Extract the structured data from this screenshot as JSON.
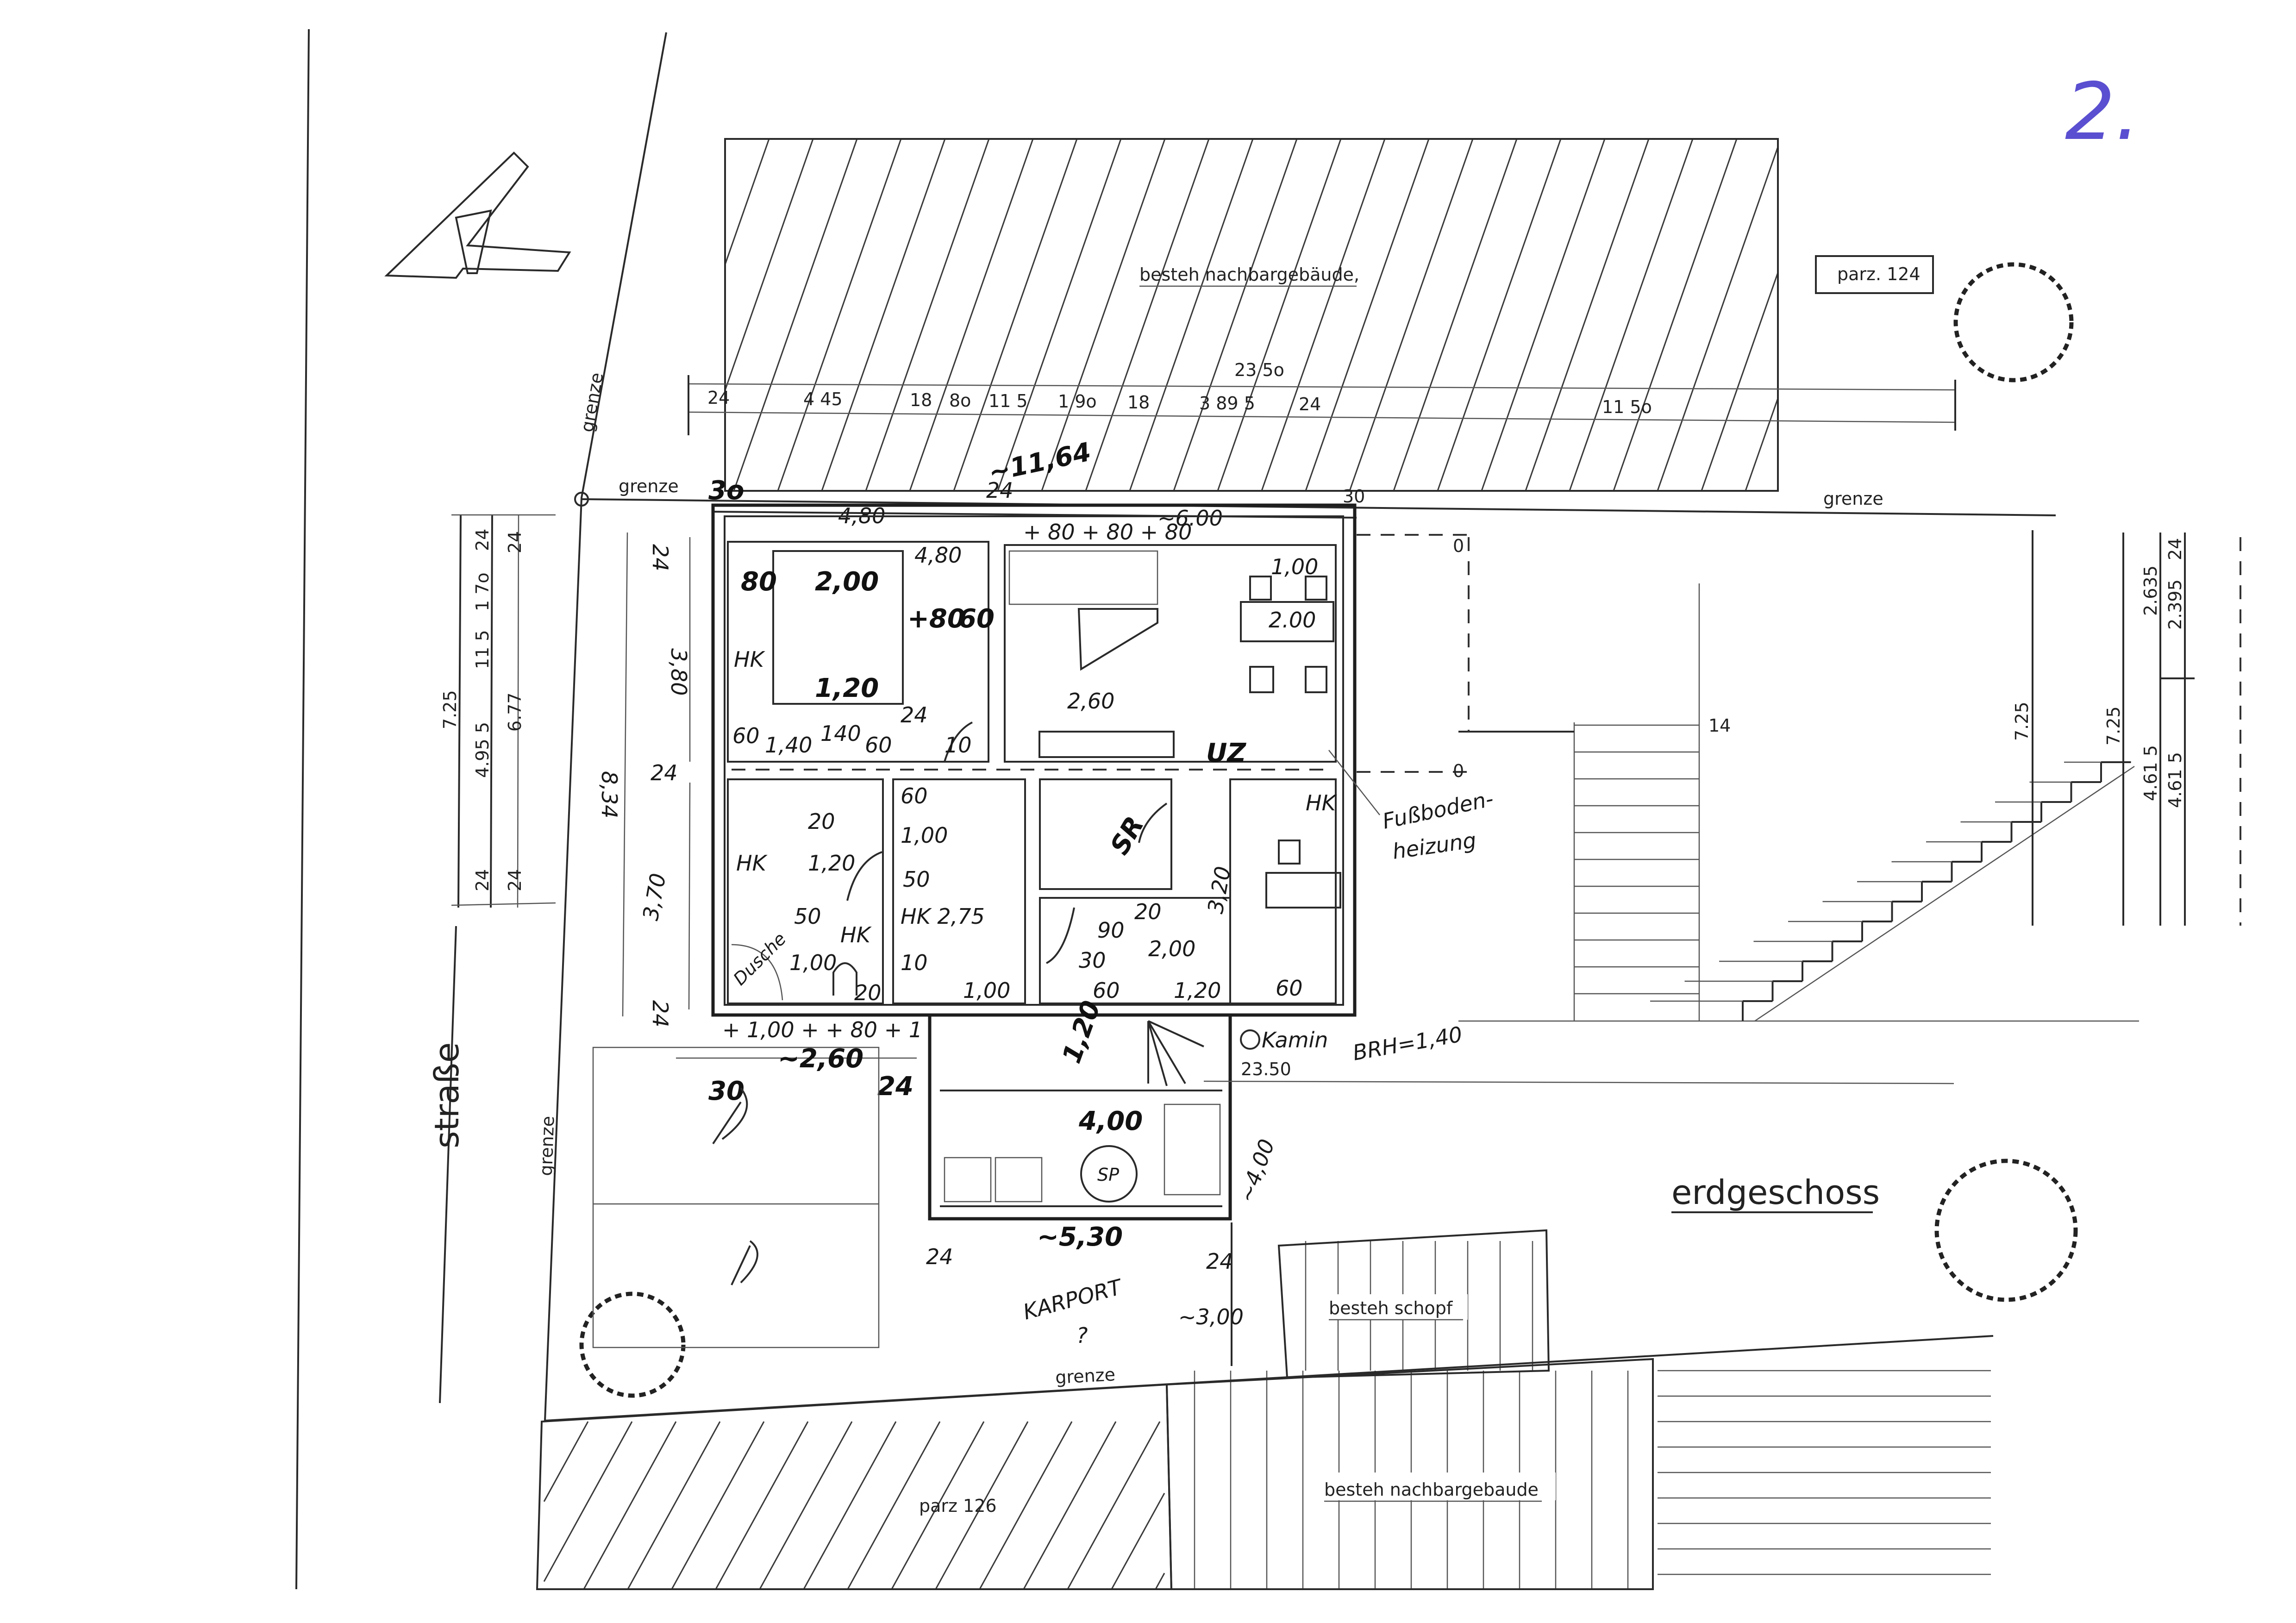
{
  "page_number": "2.",
  "title": "erdgeschoss",
  "street": "straße",
  "boundary_label": "grenze",
  "boundaries": [
    "grenze",
    "grenze",
    "grenze",
    "grenze",
    "grenze"
  ],
  "parcels": {
    "north": "parz. 124",
    "south": "parz 126"
  },
  "buildings": {
    "north": "besteh nachbargebäude,",
    "south": "besteh nachbargebaude",
    "shed": "besteh schopf"
  },
  "top_dimensions": {
    "overall": "23 5o",
    "segments": [
      "24",
      "4 45",
      "18",
      "8o",
      "11 5",
      "1 9o",
      "18",
      "3 89 5",
      "24",
      "11 5o"
    ],
    "handwritten_length": "~11,64",
    "offset_left": "3o",
    "house_left": "4,80",
    "house_mid_wall": "24",
    "house_right": "~6.00",
    "offset_right": "30"
  },
  "left_dimensions": {
    "overall": "7.25",
    "chain_a": [
      "24",
      "1 7o",
      "11 5",
      "4.95 5",
      "24"
    ],
    "chain_b": [
      "24",
      "6.77",
      "24"
    ],
    "handwritten": [
      "24",
      "3,80",
      "24",
      "8,34",
      "3,70",
      "24"
    ]
  },
  "rooms": {
    "bedroom": [
      "80",
      "2,00",
      "4,80",
      "HK",
      "1,20",
      "+80",
      "60",
      "60",
      "1,40",
      "140",
      "60",
      "24",
      "10"
    ],
    "living": [
      "+ 80 + 80 + 80",
      "1,00",
      "2.00",
      "2,60",
      "UZ"
    ],
    "bath": [
      "HK",
      "20",
      "1,20",
      "50",
      "HK",
      "Dusche",
      "1,00",
      "20"
    ],
    "hall": [
      "60",
      "1,00",
      "50",
      "HK 2,75",
      "10",
      "1,00"
    ],
    "storage": [
      "SR"
    ],
    "stair_room": [
      "20",
      "90",
      "30",
      "2,00",
      "60",
      "1,20",
      "3,20"
    ],
    "kitchen": [
      "HK",
      "60",
      "Fußboden-",
      "heizung"
    ]
  },
  "bottom_dimensions": {
    "chain": "+ 1,00 + + 80 + 1",
    "width": "~2,60",
    "left": "30",
    "right": "24",
    "stair_width": "1,20",
    "chimney": "Kamin",
    "sill_height": "BRH=1,40",
    "elevation": "23.50",
    "garage_width": "4,00",
    "tank": "SP",
    "garage_depth": "~4,00",
    "garage_length": "~5,30",
    "wall_left": "24",
    "wall_right": "24",
    "carport": "KARPORT",
    "carport_query": "?",
    "carport_depth": "~3,00"
  },
  "section": {
    "datum_top": "0",
    "datum_mid": "0",
    "step_count": "14",
    "heights": [
      "7.25",
      "7.25",
      "2.635",
      "2.395",
      "24",
      "4.61 5",
      "4.61 5"
    ]
  },
  "colors": {
    "ink": "#222222",
    "page_number": "#5a4fd0"
  }
}
